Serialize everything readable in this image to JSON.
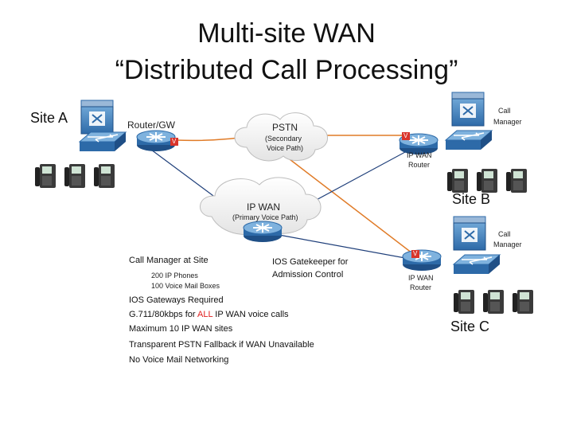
{
  "title": {
    "line1": "Multi-site WAN",
    "line2": "“Distributed Call Processing”"
  },
  "sites": {
    "a": "Site A",
    "b": "Site B",
    "c": "Site C"
  },
  "labels": {
    "router_gw": "Router/GW",
    "pstn": "PSTN",
    "pstn_sub1": "(Secondary",
    "pstn_sub2": "Voice Path)",
    "ip_wan": "IP WAN",
    "ip_wan_sub": "(Primary Voice Path)",
    "call_manager_b_1": "Call",
    "call_manager_b_2": "Manager",
    "call_manager_c_1": "Call",
    "call_manager_c_2": "Manager",
    "ip_wan_router_b_1": "IP WAN",
    "ip_wan_router_b_2": "Router",
    "ip_wan_router_c_1": "IP WAN",
    "ip_wan_router_c_2": "Router",
    "voice_badge": "V"
  },
  "info": {
    "call_manager_at_site": "Call Manager at Site",
    "ip_phones": "200 IP Phones",
    "voice_mail_boxes": "100 Voice Mail Boxes",
    "gatekeeper_1": "IOS Gatekeeper for",
    "gatekeeper_2": "Admission Control",
    "gateways": "IOS Gateways Required",
    "codec_pre": "G.711/80kbps for ",
    "codec_highlight": "ALL",
    "codec_post": " IP WAN voice calls",
    "max_sites": "Maximum 10 IP WAN sites",
    "fallback": "Transparent PSTN Fallback if WAN Unavailable",
    "no_vm": "No Voice Mail Networking"
  },
  "colors": {
    "pstn_link": "#e07b27",
    "wan_link": "#1f3f7a",
    "device_blue": "#2d6aa8",
    "device_light": "#6fa6d6",
    "highlight_red": "#e01e1e",
    "voice_badge": "#d9342b"
  },
  "icons": [
    "router-icon",
    "switch-icon",
    "call-manager-server-icon",
    "ip-phone-icon",
    "cloud-icon"
  ]
}
